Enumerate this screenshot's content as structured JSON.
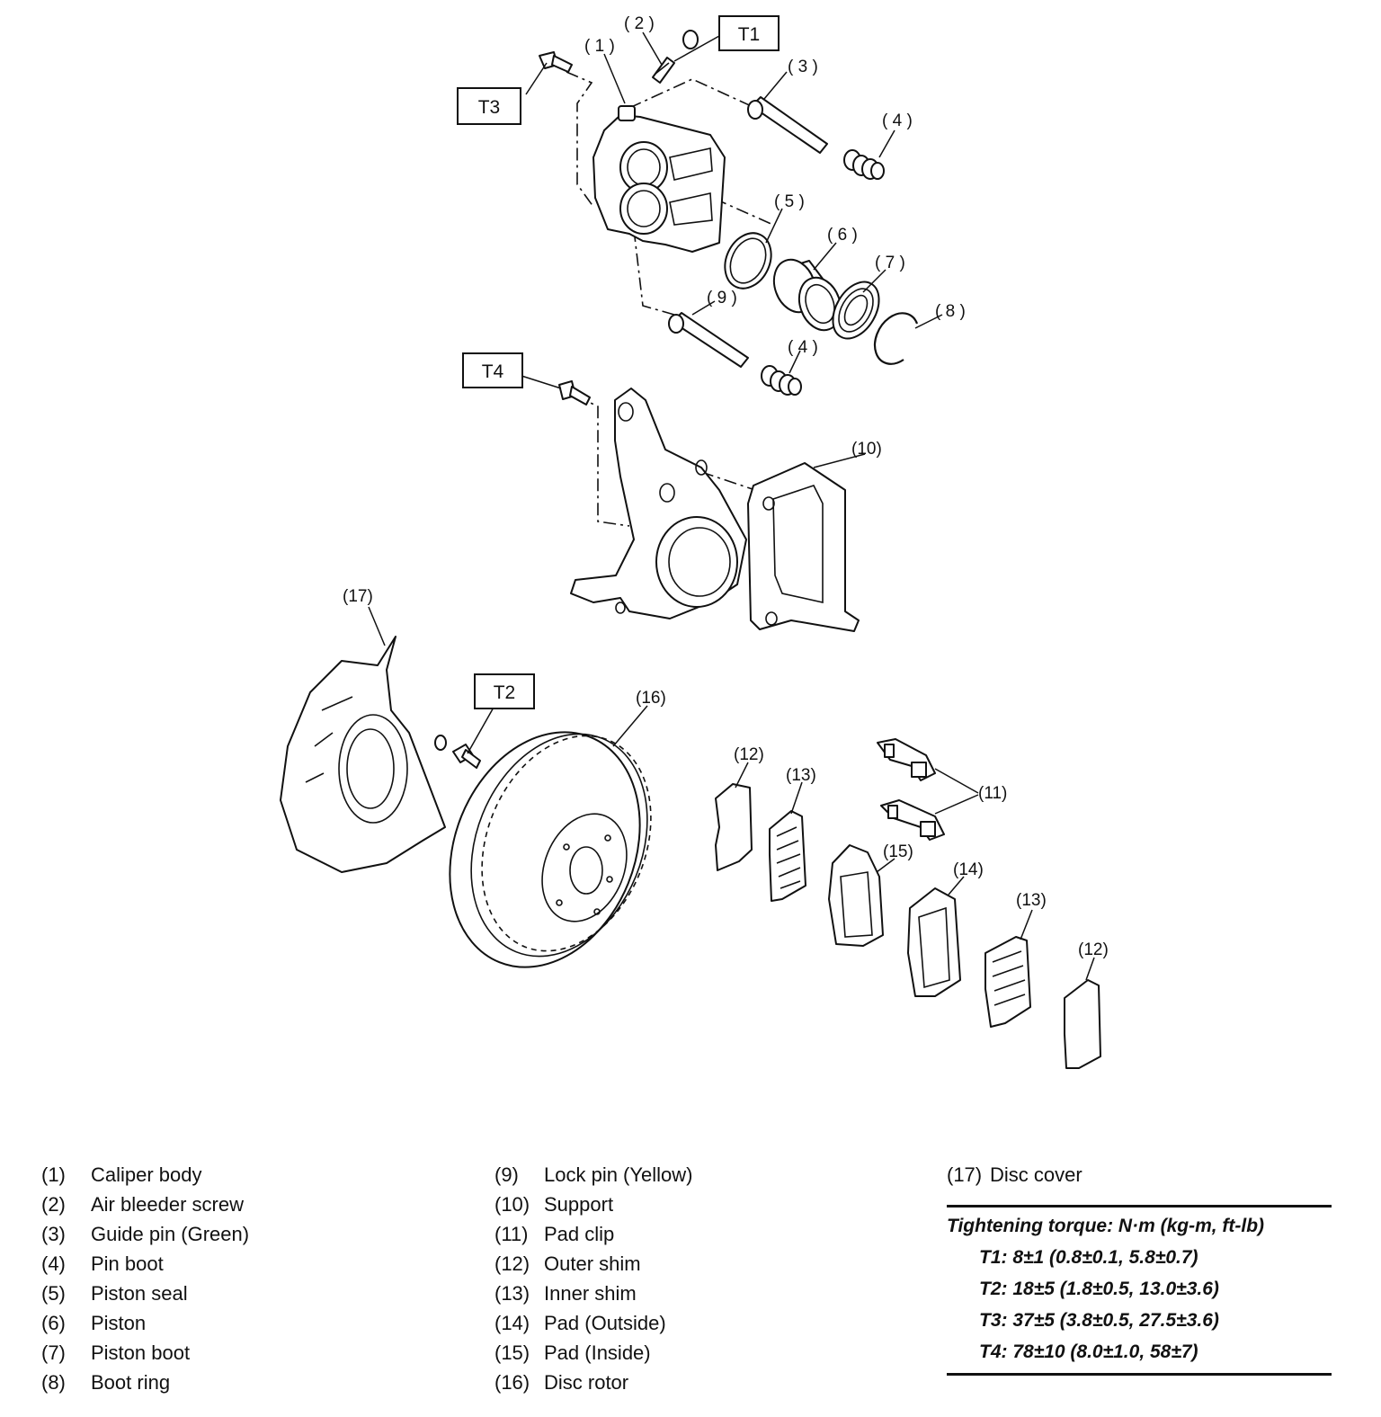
{
  "diagram": {
    "callouts": {
      "c1": "( 1 )",
      "c2": "( 2 )",
      "c3": "( 3 )",
      "c4a": "( 4 )",
      "c4b": "( 4 )",
      "c5": "( 5 )",
      "c6": "( 6 )",
      "c7": "( 7 )",
      "c8": "( 8 )",
      "c9": "( 9 )",
      "c10": "(10)",
      "c11": "(11)",
      "c12a": "(12)",
      "c12b": "(12)",
      "c13a": "(13)",
      "c13b": "(13)",
      "c14": "(14)",
      "c15": "(15)",
      "c16": "(16)",
      "c17": "(17)"
    },
    "torque_tags": {
      "t1": "T1",
      "t2": "T2",
      "t3": "T3",
      "t4": "T4"
    }
  },
  "legend": {
    "column1": [
      {
        "num": "(1)",
        "label": "Caliper body"
      },
      {
        "num": "(2)",
        "label": "Air bleeder screw"
      },
      {
        "num": "(3)",
        "label": "Guide pin (Green)"
      },
      {
        "num": "(4)",
        "label": "Pin boot"
      },
      {
        "num": "(5)",
        "label": "Piston seal"
      },
      {
        "num": "(6)",
        "label": "Piston"
      },
      {
        "num": "(7)",
        "label": "Piston boot"
      },
      {
        "num": "(8)",
        "label": "Boot ring"
      }
    ],
    "column2": [
      {
        "num": "(9)",
        "label": "Lock pin (Yellow)"
      },
      {
        "num": "(10)",
        "label": "Support"
      },
      {
        "num": "(11)",
        "label": "Pad clip"
      },
      {
        "num": "(12)",
        "label": "Outer shim"
      },
      {
        "num": "(13)",
        "label": "Inner shim"
      },
      {
        "num": "(14)",
        "label": "Pad (Outside)"
      },
      {
        "num": "(15)",
        "label": "Pad (Inside)"
      },
      {
        "num": "(16)",
        "label": "Disc rotor"
      }
    ],
    "column3": [
      {
        "num": "(17)",
        "label": "Disc cover"
      }
    ]
  },
  "torque": {
    "heading": "Tightening torque: N·m (kg-m, ft-lb)",
    "rows": [
      "T1: 8±1 (0.8±0.1, 5.8±0.7)",
      "T2: 18±5 (1.8±0.5, 13.0±3.6)",
      "T3: 37±5 (3.8±0.5, 27.5±3.6)",
      "T4: 78±10 (8.0±1.0, 58±7)"
    ]
  }
}
